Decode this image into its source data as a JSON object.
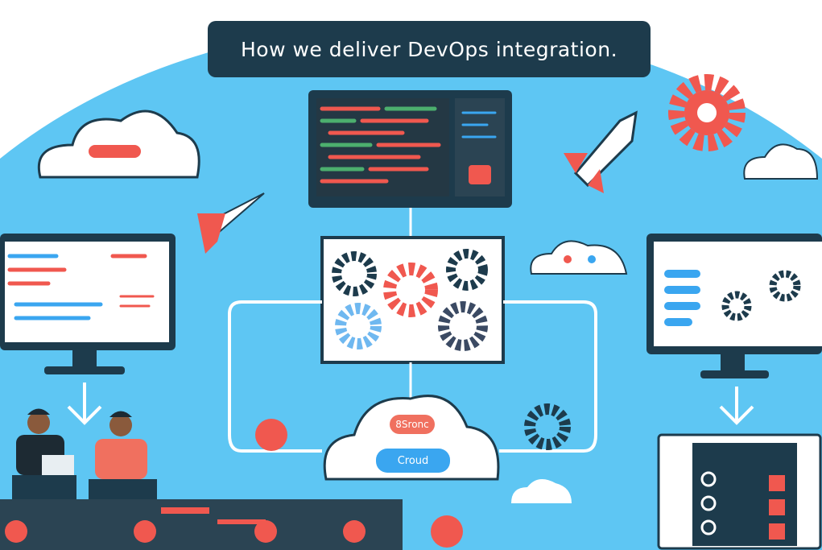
{
  "title": "How we deliver DevOps integration.",
  "cloud": {
    "top_label": "8Sronc",
    "button_label": "Croud"
  },
  "colors": {
    "sky": "#5ec6f3",
    "navy": "#1d3b4c",
    "coral": "#f0584f",
    "blue": "#3aa6f0",
    "white": "#ffffff"
  },
  "icons": [
    "gear-icon",
    "rocket-icon",
    "cloud-icon",
    "monitor-icon",
    "wifi-icon",
    "arrow-icon",
    "person-icon",
    "laptop-icon"
  ]
}
